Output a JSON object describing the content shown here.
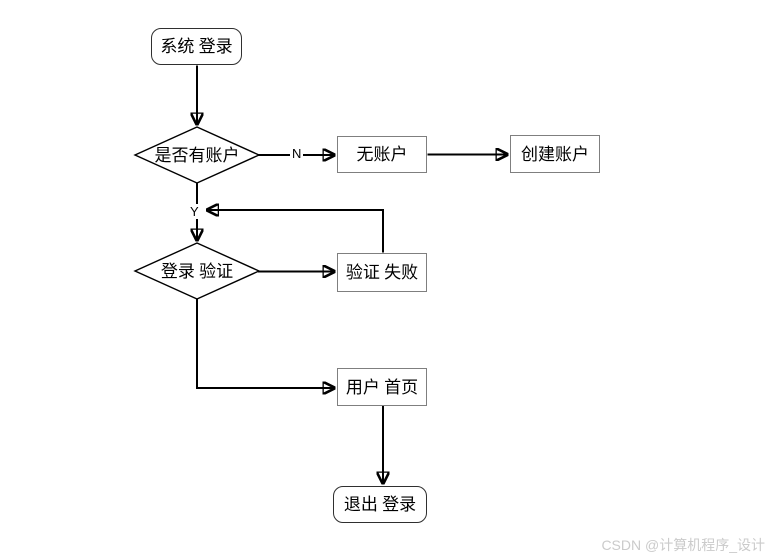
{
  "diagram": {
    "description": "login system flowchart",
    "nodes": [
      {
        "id": "start",
        "type": "terminator",
        "label": "系统 登录"
      },
      {
        "id": "has-account",
        "type": "decision",
        "label": "是否有账户"
      },
      {
        "id": "no-account",
        "type": "process",
        "label": "无账户"
      },
      {
        "id": "create-account",
        "type": "process",
        "label": "创建账户"
      },
      {
        "id": "login-verify",
        "type": "decision",
        "label": "登录 验证"
      },
      {
        "id": "verify-fail",
        "type": "process",
        "label": "验证 失败"
      },
      {
        "id": "user-home",
        "type": "process",
        "label": "用户 首页"
      },
      {
        "id": "end",
        "type": "terminator",
        "label": "退出 登录"
      }
    ],
    "edge_labels": {
      "no": "N",
      "yes": "Y"
    },
    "colors": {
      "line": "#000000",
      "text": "#000000",
      "process_border": "#7f7f7f",
      "terminator_border": "#2f2f2f",
      "background": "#ffffff",
      "watermark": "#cbcbcb"
    }
  },
  "watermark": {
    "text": "CSDN @计算机程序_设计"
  }
}
